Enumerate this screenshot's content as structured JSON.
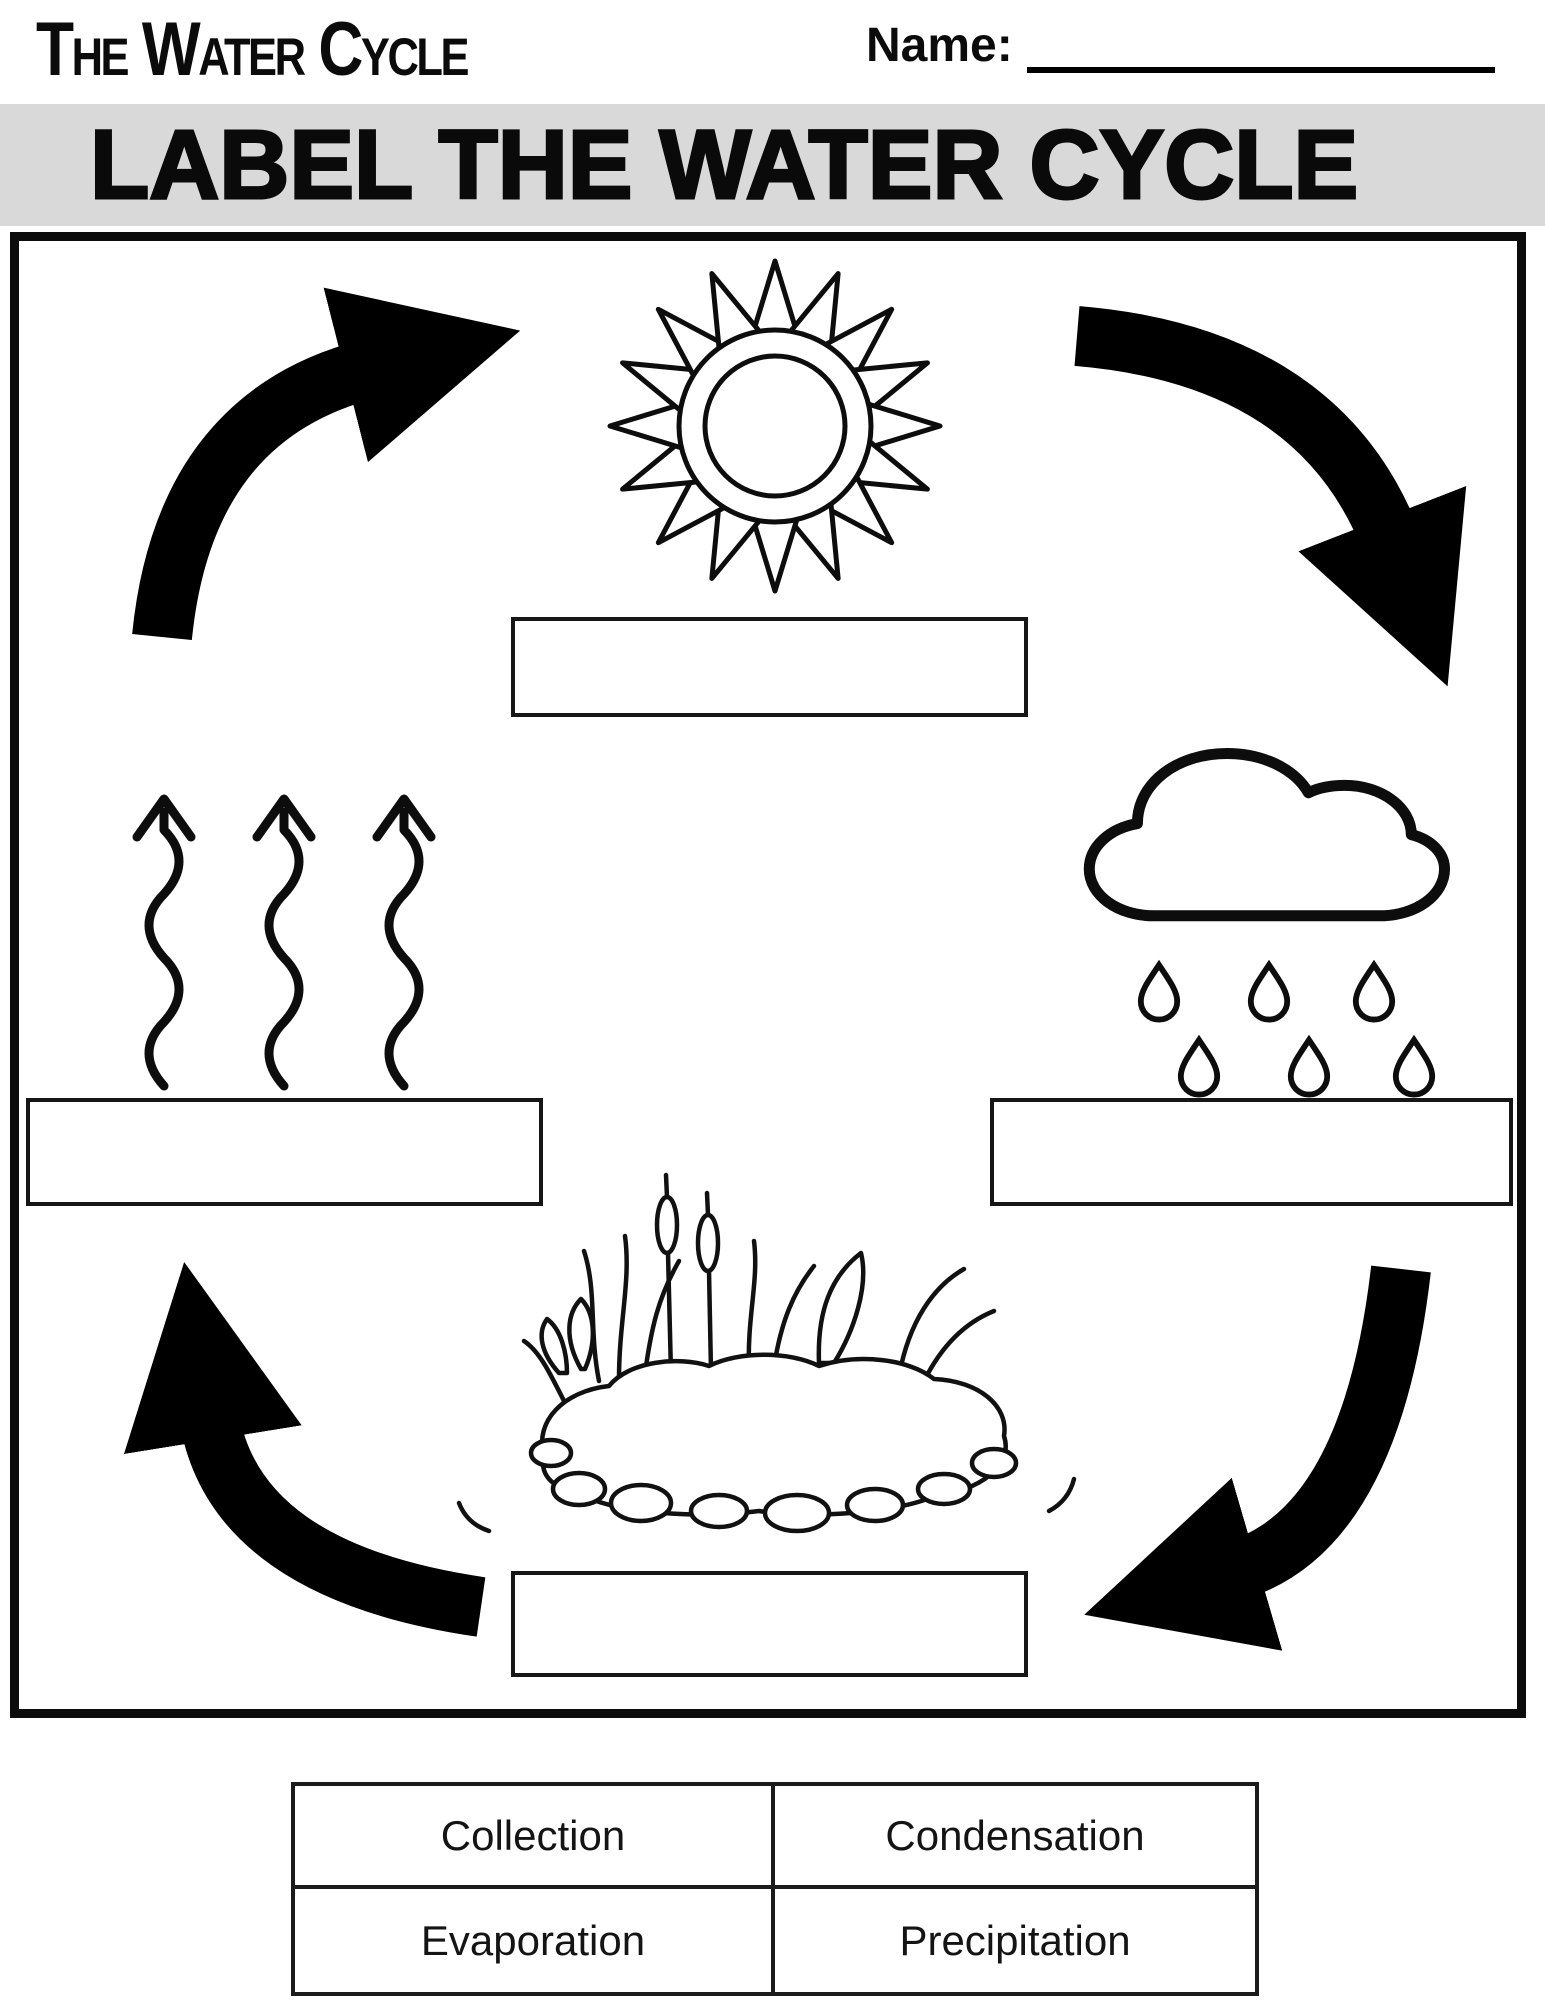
{
  "header": {
    "title": "The Water Cycle",
    "name_label": "Name:"
  },
  "banner": {
    "title": "LABEL THE WATER CYCLE"
  },
  "diagram": {
    "answer_boxes": [
      {
        "position": "top-under-sun",
        "value": ""
      },
      {
        "position": "right-under-rain-cloud",
        "value": ""
      },
      {
        "position": "left-under-vapor-arrows",
        "value": ""
      },
      {
        "position": "bottom-under-pond",
        "value": ""
      }
    ],
    "icons": {
      "sun": "sun-icon",
      "cloud": "rain-cloud-icon",
      "vapor": "rising-vapor-arrows-icon",
      "pond": "pond-collection-icon",
      "arrows": "cycle-arrows"
    }
  },
  "word_bank": {
    "items": [
      "Collection",
      "Condensation",
      "Evaporation",
      "Precipitation"
    ]
  },
  "colors": {
    "ink": "#000000",
    "banner_bg": "#d9d9d9",
    "paper": "#ffffff"
  }
}
